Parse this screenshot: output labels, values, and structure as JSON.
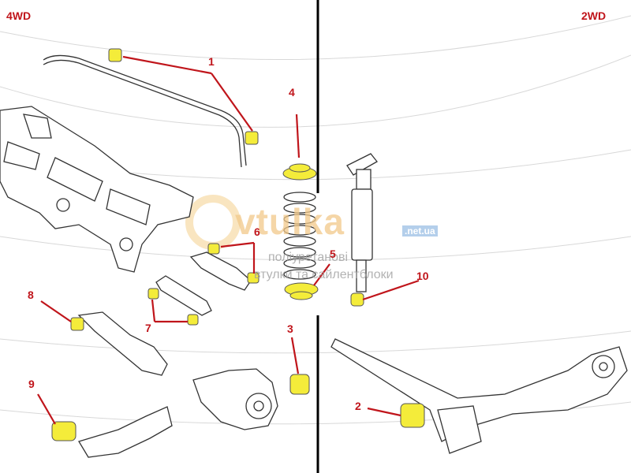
{
  "header": {
    "left": "4WD",
    "right": "2WD"
  },
  "watermark": {
    "brand": "vtulka",
    "domain": ".net.ua",
    "line1": "поліуретанові",
    "line2": "втулки та сайлентблоки"
  },
  "callouts": [
    {
      "id": "1",
      "text": "1"
    },
    {
      "id": "2",
      "text": "2"
    },
    {
      "id": "3",
      "text": "3"
    },
    {
      "id": "4",
      "text": "4"
    },
    {
      "id": "5",
      "text": "5"
    },
    {
      "id": "6",
      "text": "6"
    },
    {
      "id": "7",
      "text": "7"
    },
    {
      "id": "8",
      "text": "8"
    },
    {
      "id": "9",
      "text": "9"
    },
    {
      "id": "10",
      "text": "10"
    }
  ],
  "colors": {
    "callout": "#c0151b",
    "bushing": "#f4ec3a",
    "line": "#333333",
    "divider": "#000000"
  }
}
